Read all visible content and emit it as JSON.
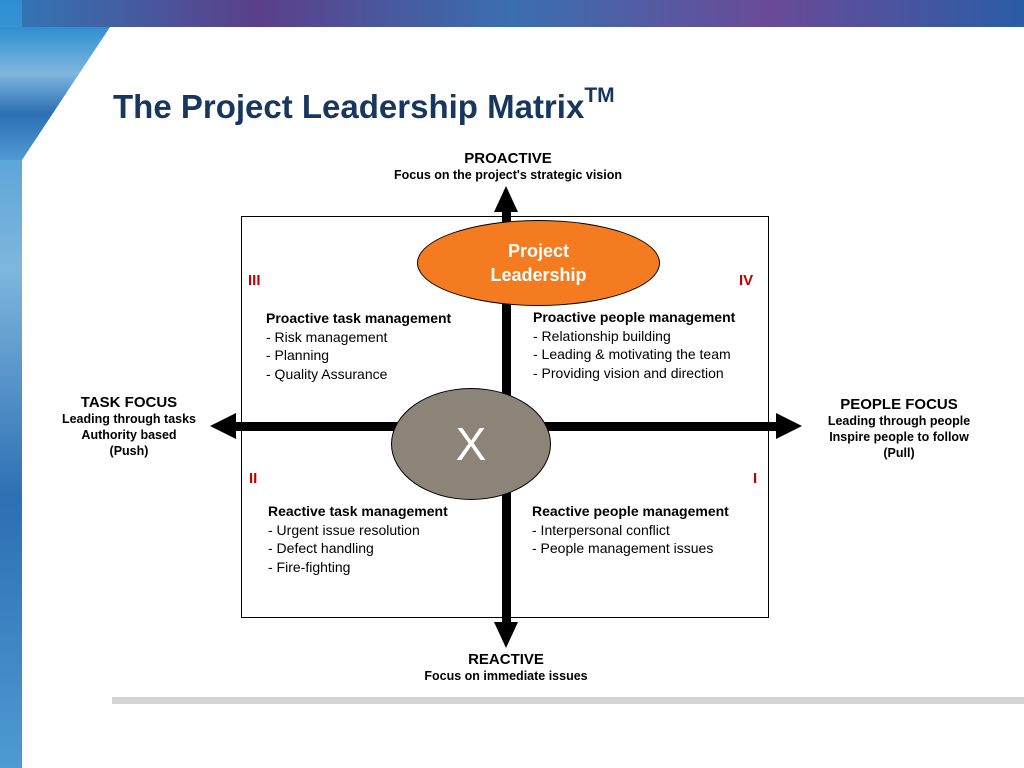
{
  "title": {
    "text": "The Project Leadership Matrix",
    "trademark": "TM"
  },
  "axes": {
    "top": {
      "head": "PROACTIVE",
      "sub": "Focus on the project's strategic vision"
    },
    "bottom": {
      "head": "REACTIVE",
      "sub": "Focus on immediate issues"
    },
    "left": {
      "head": "TASK FOCUS",
      "sub_lines": [
        "Leading through tasks",
        "Authority based",
        "(Push)"
      ]
    },
    "right": {
      "head": "PEOPLE FOCUS",
      "sub_lines": [
        "Leading through people",
        "Inspire people to follow",
        "(Pull)"
      ]
    }
  },
  "center": {
    "top_ellipse_lines": [
      "Project",
      "Leadership"
    ],
    "center_ellipse": "X"
  },
  "quadrants": {
    "top_left": {
      "numeral": "III",
      "title": "Proactive task management",
      "items": [
        "- Risk management",
        "- Planning",
        "- Quality Assurance"
      ]
    },
    "top_right": {
      "numeral": "IV",
      "title": "Proactive people management",
      "items": [
        "- Relationship building",
        "- Leading & motivating the team",
        "- Providing vision and direction"
      ]
    },
    "bottom_left": {
      "numeral": "II",
      "title": "Reactive task management",
      "items": [
        "- Urgent issue resolution",
        "- Defect handling",
        "- Fire-fighting"
      ]
    },
    "bottom_right": {
      "numeral": "I",
      "title": "Reactive people management",
      "items": [
        "- Interpersonal conflict",
        "- People management issues"
      ]
    }
  },
  "colors": {
    "title": "#17375e",
    "numeral": "#c00000",
    "project_leadership_fill": "#f47b20",
    "x_fill": "#8c8479"
  }
}
